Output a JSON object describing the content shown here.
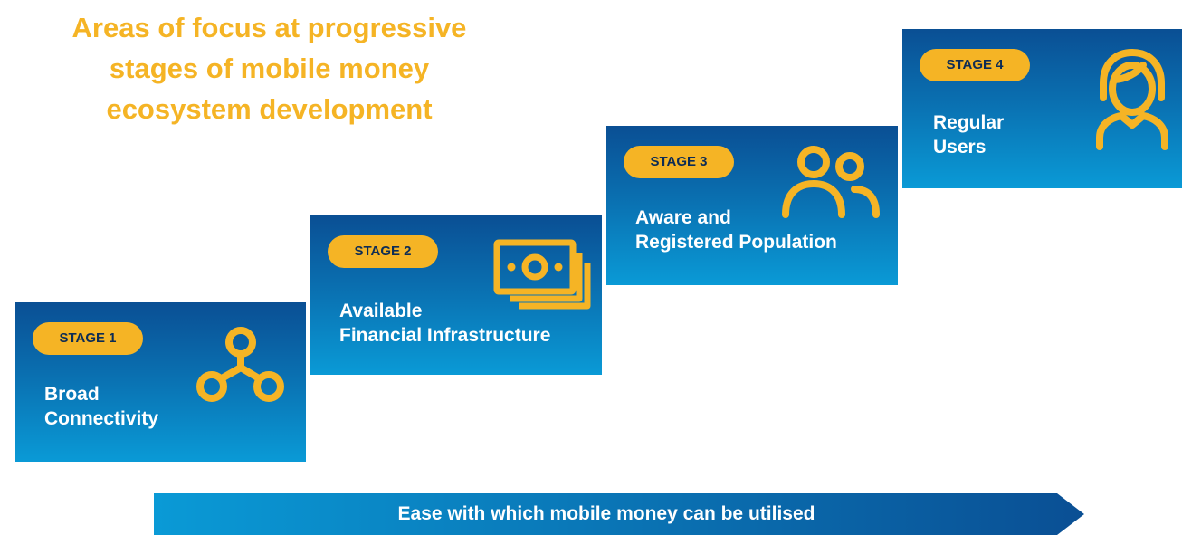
{
  "title": {
    "lines": [
      "Areas of focus at progressive",
      "stages of mobile money",
      "ecosystem development"
    ]
  },
  "stages": [
    {
      "badge": "STAGE 1",
      "label_lines": [
        "Broad",
        "Connectivity"
      ],
      "icon": "network-icon"
    },
    {
      "badge": "STAGE 2",
      "label_lines": [
        "Available",
        "Financial Infrastructure"
      ],
      "icon": "money-icon"
    },
    {
      "badge": "STAGE 3",
      "label_lines": [
        "Aware and",
        "Registered Population"
      ],
      "icon": "people-icon"
    },
    {
      "badge": "STAGE 4",
      "label_lines": [
        "Regular",
        "Users"
      ],
      "icon": "user-icon"
    }
  ],
  "arrow": {
    "label": "Ease with which mobile money can be utilised"
  },
  "colors": {
    "accent": "#f5b425",
    "box_top": "#0a4f94",
    "box_bottom": "#0a9ad6",
    "badge_text": "#0d2c55"
  }
}
